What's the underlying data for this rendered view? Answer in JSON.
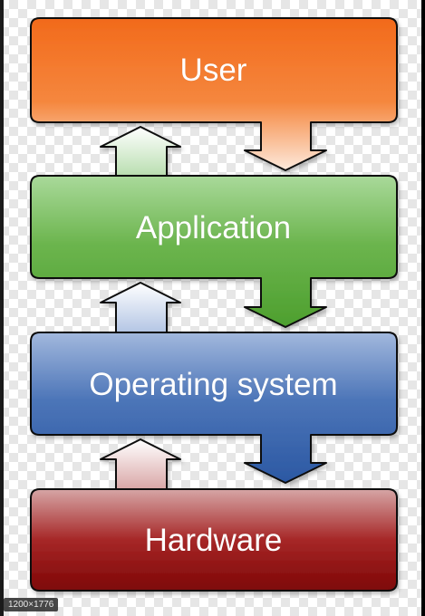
{
  "layers": [
    {
      "label": "User"
    },
    {
      "label": "Application"
    },
    {
      "label": "Operating system"
    },
    {
      "label": "Hardware"
    }
  ],
  "colors": {
    "user": "#f26a1b",
    "application": "#56a636",
    "operating_system": "#2f5fa8",
    "hardware": "#8d0f0f"
  },
  "badge": {
    "text": "1200×1776"
  }
}
